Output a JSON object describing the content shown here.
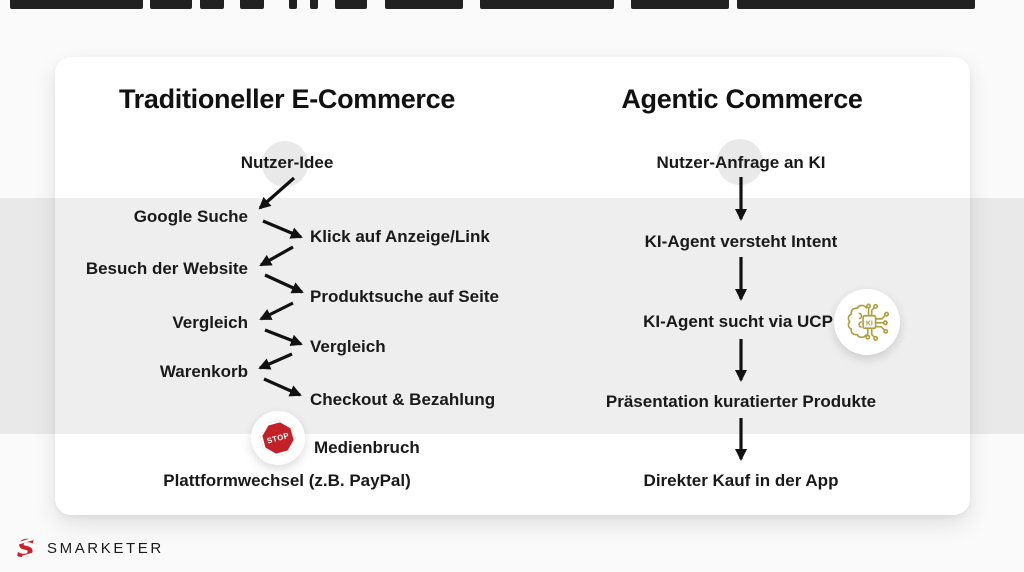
{
  "slide": {
    "left_flow": {
      "title": "Traditioneller E-Commerce",
      "steps": {
        "idea": "Nutzer-Idee",
        "google": "Google Suche",
        "click": "Klick auf Anzeige/Link",
        "visit": "Besuch der Website",
        "search": "Produktsuche auf Seite",
        "compare_left": "Vergleich",
        "compare_right": "Vergleich",
        "cart": "Warenkorb",
        "checkout": "Checkout & Bezahlung",
        "media_breach": "Medienbruch",
        "platform_switch": "Plattformwechsel (z.B. PayPal)"
      },
      "stop_sign_text": "STOP"
    },
    "right_flow": {
      "title": "Agentic Commerce",
      "steps": {
        "request": "Nutzer-Anfrage an KI",
        "intent": "KI-Agent versteht Intent",
        "ucp": "KI-Agent sucht via UCP",
        "presentation": "Präsentation kuratierter Produkte",
        "purchase": "Direkter Kauf in der App"
      },
      "ki_chip_text": "KI"
    },
    "footer": {
      "brand": "SMARKETER"
    },
    "colors": {
      "stop_red": "#c22128",
      "ki_gold": "#b0a042",
      "brand_red": "#cc2128",
      "band_gray": "#ebebeb",
      "arrow_black": "#111111"
    }
  }
}
